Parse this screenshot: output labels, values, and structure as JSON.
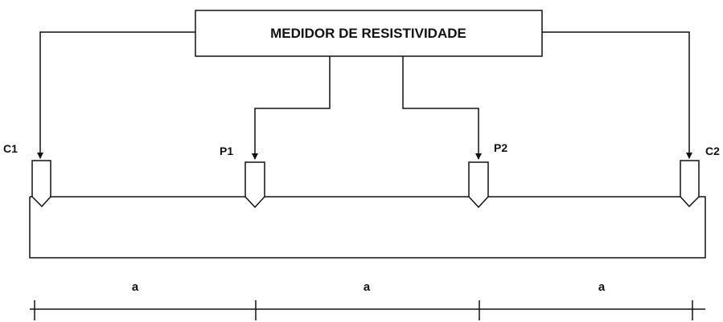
{
  "meter": {
    "title": "MEDIDOR DE RESISTIVIDADE"
  },
  "electrodes": [
    {
      "label": "C1"
    },
    {
      "label": "P1"
    },
    {
      "label": "P2"
    },
    {
      "label": "C2"
    }
  ],
  "spacings": [
    {
      "label": "a"
    },
    {
      "label": "a"
    },
    {
      "label": "a"
    }
  ],
  "colors": {
    "stroke": "#111111",
    "background": "#ffffff"
  }
}
